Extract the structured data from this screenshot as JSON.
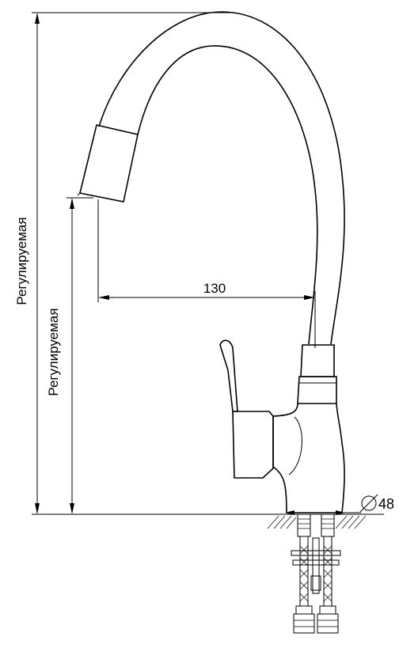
{
  "dimensions": {
    "overall_height_label": "Регулируемая",
    "spout_height_label": "Регулируемая",
    "reach_label": "130",
    "hole_diameter_label": "48"
  },
  "icons": {
    "diameter": "diameter-symbol"
  },
  "colors": {
    "ink": "#000000",
    "background": "#ffffff"
  }
}
